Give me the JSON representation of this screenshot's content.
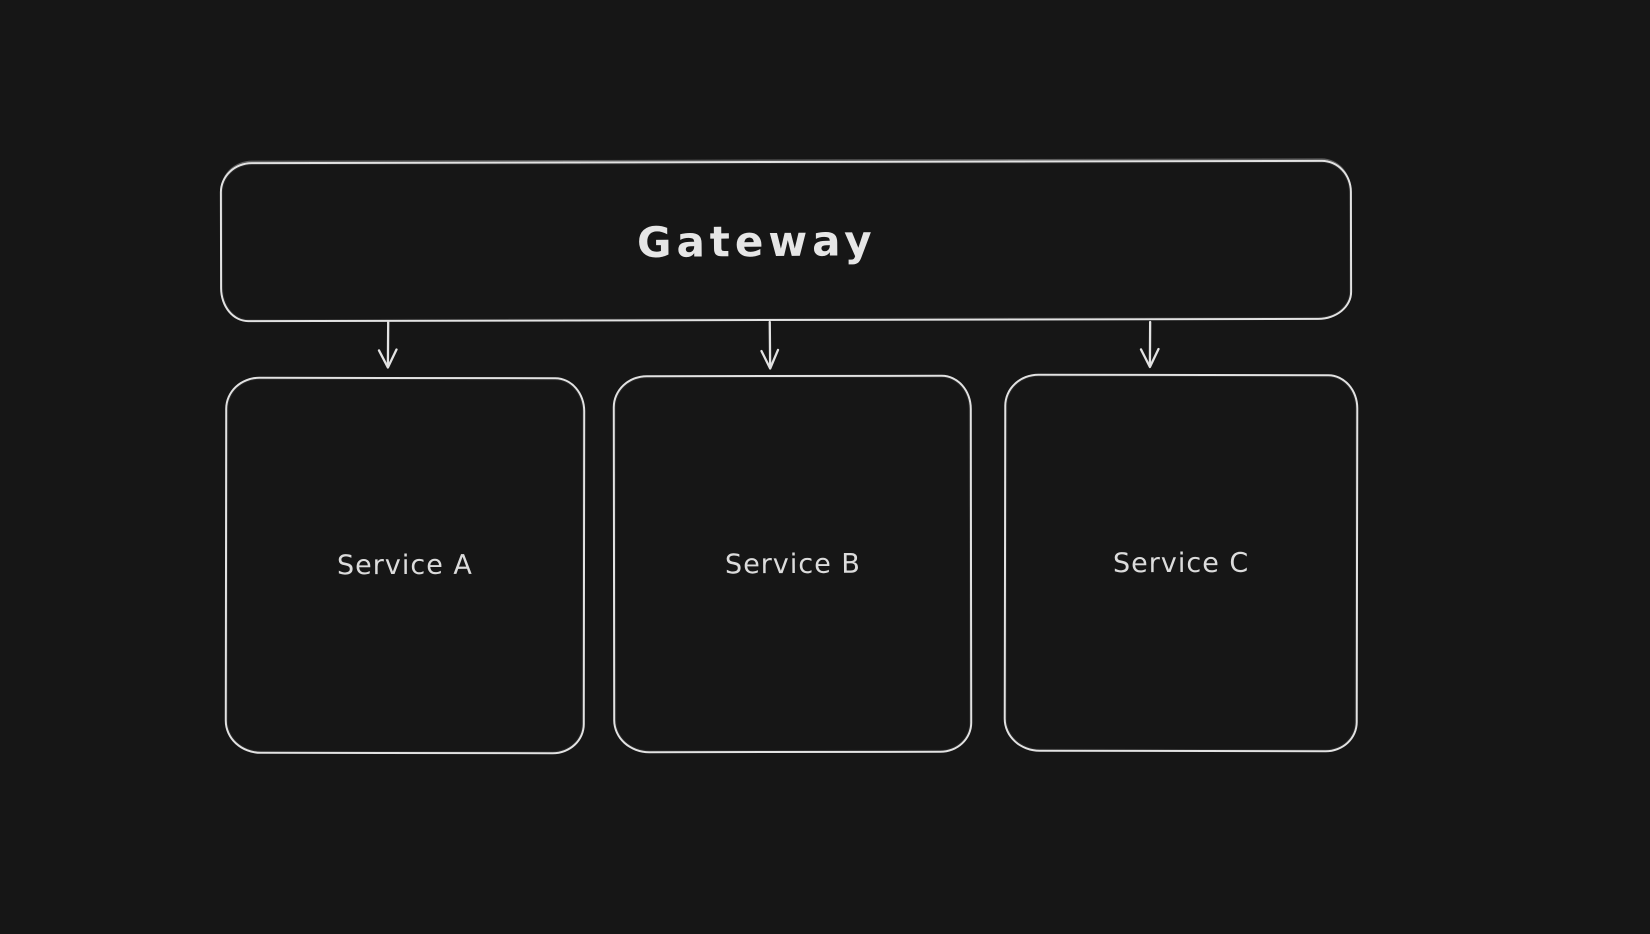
{
  "canvas": {
    "background_color": "#161616",
    "stroke_color": "#e2e2e2",
    "text_color": "#dcdcdc"
  },
  "diagram": {
    "gateway": {
      "label": "Gateway"
    },
    "services": [
      {
        "label": "Service A"
      },
      {
        "label": "Service B"
      },
      {
        "label": "Service C"
      }
    ],
    "connectors": [
      {
        "from": "Gateway",
        "to": "Service A",
        "direction": "down"
      },
      {
        "from": "Gateway",
        "to": "Service B",
        "direction": "down"
      },
      {
        "from": "Gateway",
        "to": "Service C",
        "direction": "down"
      }
    ]
  }
}
